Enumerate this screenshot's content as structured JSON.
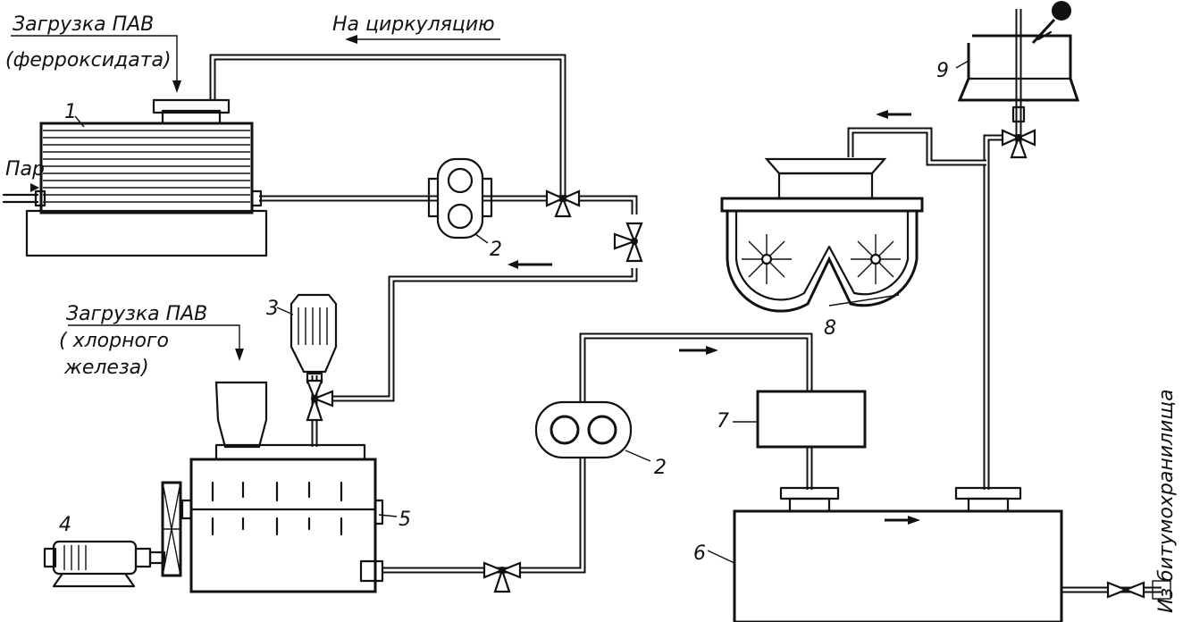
{
  "labels": {
    "load_surfactant_1": "Загрузка ПАВ",
    "load_surfactant_1_sub": "(ферроксидата)",
    "to_circulation": "На циркуляцию",
    "steam": "Пар",
    "load_surfactant_2": "Загрузка ПАВ",
    "load_surfactant_2_sub_a": "( хлорного",
    "load_surfactant_2_sub_b": "железа)",
    "from_bitumen_storage": "Из битумохранилища"
  },
  "numbers": {
    "n1": "1",
    "n2_top": "2",
    "n2_bottom": "2",
    "n3": "3",
    "n4": "4",
    "n5": "5",
    "n6": "6",
    "n7": "7",
    "n8": "8",
    "n9": "9"
  }
}
